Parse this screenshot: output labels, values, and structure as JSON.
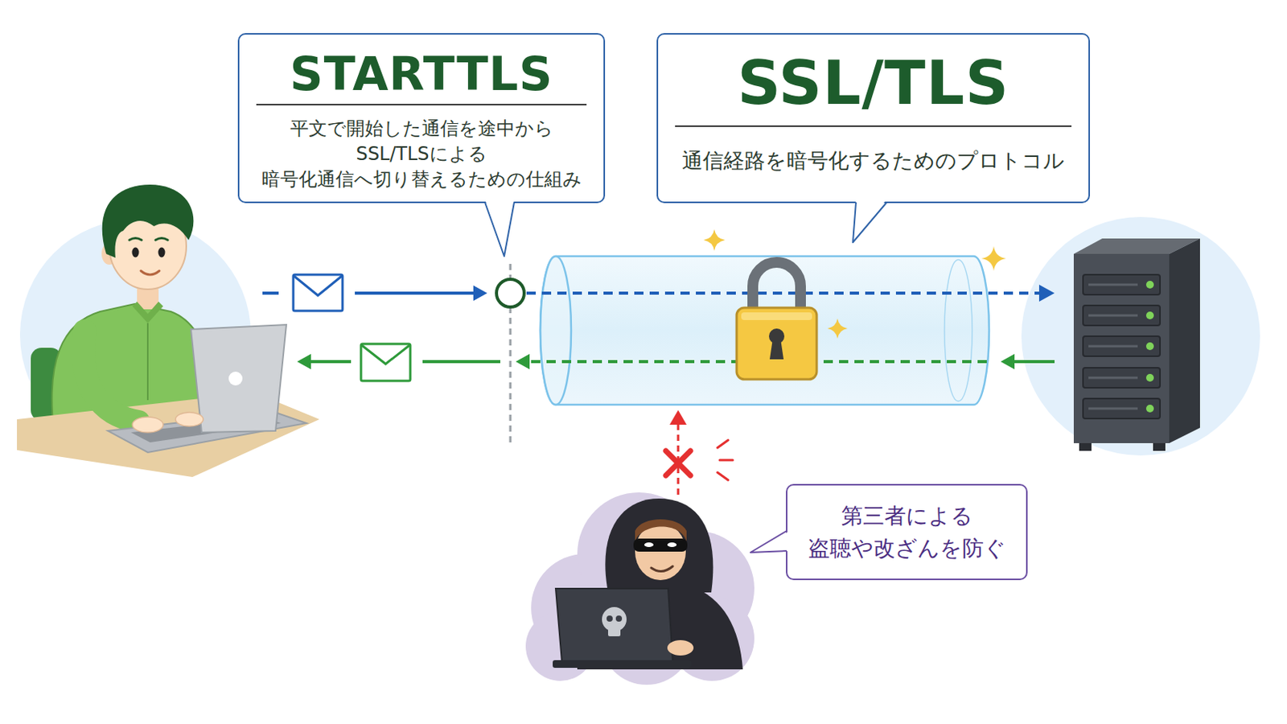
{
  "diagram": {
    "nodes": [
      {
        "text": [
          "STARTTLS",
          "平文で開始した通信を途中から SSL/TLSによる 暗号化通信へ切り替えるための仕組み"
        ]
      },
      {
        "text": [
          "SSL/TLS",
          "通信経路を暗号化するためのプロトコル"
        ]
      },
      {
        "text": [
          "第三者による 盗聴や改ざんを防ぐ"
        ]
      }
    ]
  }
}
